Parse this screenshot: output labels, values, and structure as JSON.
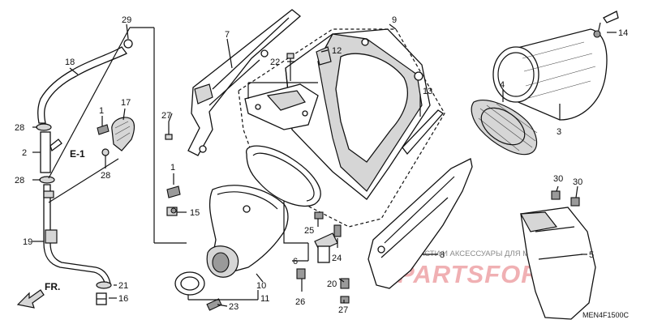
{
  "callouts": {
    "c1a": "1",
    "c1b": "1",
    "c2": "2",
    "c3": "3",
    "c4": "4",
    "c5": "5",
    "c6": "6",
    "c7": "7",
    "c8": "8",
    "c9": "9",
    "c10": "10",
    "c11": "11",
    "c12": "12",
    "c13": "13",
    "c14": "14",
    "c15": "15",
    "c16": "16",
    "c17": "17",
    "c18": "18",
    "c19": "19",
    "c20": "20",
    "c21": "21",
    "c22": "22",
    "c23": "23",
    "c24": "24",
    "c25": "25",
    "c26": "26",
    "c27a": "27",
    "c27b": "27",
    "c28a": "28",
    "c28b": "28",
    "c28c": "28",
    "c29": "29",
    "c30a": "30",
    "c30b": "30"
  },
  "ref_marker": "E-1",
  "direction_label": "FR.",
  "watermark": {
    "caption": "ЗАПЧАСТИ И АКСЕССУАРЫ ДЛЯ МОТОТЕХНИКИ",
    "logo": "PARTSFOR.RU"
  },
  "diagram_code": "MEN4F1500C"
}
